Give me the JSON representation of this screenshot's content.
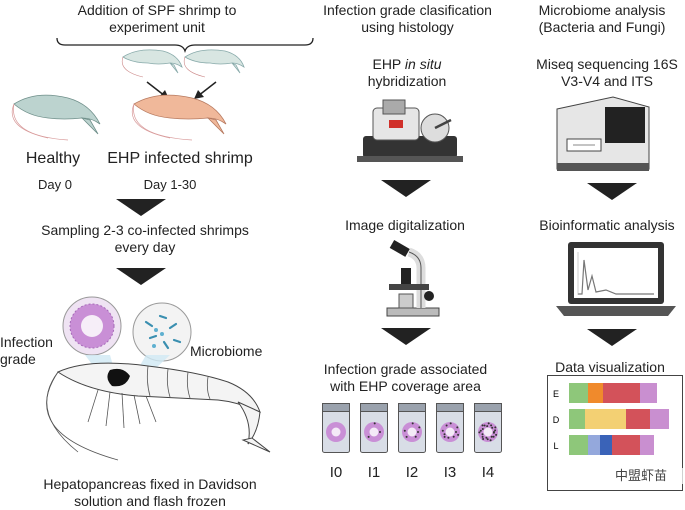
{
  "left": {
    "title_line1": "Addition of SPF shrimp to",
    "title_line2": "experiment unit",
    "healthy_label": "Healthy",
    "infected_label": "EHP infected shrimp",
    "day0": "Day 0",
    "day_range": "Day 1-30",
    "sampling_line1": "Sampling 2-3 co-infected shrimps",
    "sampling_line2": "every day",
    "infection_grade_line1": "Infection",
    "infection_grade_line2": "grade",
    "microbiome_label": "Microbiome",
    "hepato_line1": "Hepatopancreas fixed in Davidson",
    "hepato_line2": "solution and flash frozen"
  },
  "middle": {
    "title_line1": "Infection grade clasification",
    "title_line2": "using histology",
    "ehp_prefix": "EHP ",
    "ehp_italic": "in situ",
    "ehp_line2": "hybridization",
    "digital_label": "Image digitalization",
    "assoc_line1": "Infection grade associated",
    "assoc_line2": "with EHP coverage area",
    "grades": [
      "I0",
      "I1",
      "I2",
      "I3",
      "I4"
    ]
  },
  "right": {
    "title_line1": "Microbiome analysis",
    "title_line2": "(Bacteria and Fungi)",
    "miseq_line1": "Miseq sequencing 16S",
    "miseq_line2": "V3-V4 and ITS",
    "bioinfo_label": "Bioinformatic analysis",
    "dataviz_label": "Data visualization",
    "row_labels": [
      "E",
      "D",
      "L"
    ],
    "watermark": "中盟虾苗"
  },
  "colors": {
    "healthy_shrimp": "#bcd3cf",
    "infected_shrimp": "#f0b89a",
    "tissue": "#c98fd6",
    "arrow": "#222222",
    "bar_green": "#8ec77a",
    "bar_orange": "#f08a2c",
    "bar_red": "#d3525a",
    "bar_purple": "#c98fd0",
    "bar_yellow": "#f3d073",
    "bar_blue_light": "#94a8dc",
    "bar_blue": "#3a63b8"
  },
  "chart_data": {
    "type": "bar",
    "orientation": "horizontal-stacked",
    "categories": [
      "E",
      "D",
      "L"
    ],
    "series": [
      {
        "values": [
          0.19,
          0.16,
          0.19
        ]
      },
      {
        "values": [
          0.15,
          0.0,
          0.0
        ]
      },
      {
        "values": [
          0.0,
          0.41,
          0.0
        ]
      },
      {
        "values": [
          0.0,
          0.0,
          0.12
        ]
      },
      {
        "values": [
          0.0,
          0.0,
          0.12
        ]
      },
      {
        "values": [
          0.37,
          0.24,
          0.28
        ]
      },
      {
        "values": [
          0.17,
          0.19,
          0.14
        ]
      }
    ],
    "colors": [
      "#8ec77a",
      "#f08a2c",
      "#f3d073",
      "#94a8dc",
      "#3a63b8",
      "#d3525a",
      "#c98fd0"
    ],
    "xlim": [
      0,
      1
    ]
  }
}
